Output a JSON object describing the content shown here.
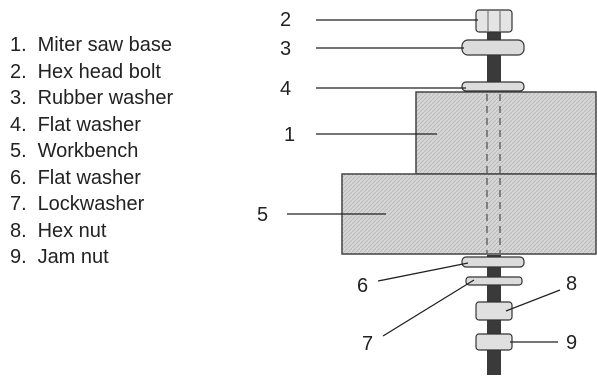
{
  "legend": [
    {
      "num": "1.",
      "label": "Miter saw base"
    },
    {
      "num": "2.",
      "label": "Hex head bolt"
    },
    {
      "num": "3.",
      "label": "Rubber washer"
    },
    {
      "num": "4.",
      "label": "Flat washer"
    },
    {
      "num": "5.",
      "label": "Workbench"
    },
    {
      "num": "6.",
      "label": "Flat washer"
    },
    {
      "num": "7.",
      "label": "Lockwasher"
    },
    {
      "num": "8.",
      "label": "Hex nut"
    },
    {
      "num": "9.",
      "label": "Jam nut"
    }
  ],
  "callouts": {
    "c1": "1",
    "c2": "2",
    "c3": "3",
    "c4": "4",
    "c5": "5",
    "c6": "6",
    "c7": "7",
    "c8": "8",
    "c9": "9"
  },
  "colors": {
    "bolt": "#3a3a3a",
    "part_fill": "#dcdcdc",
    "outline": "#333333"
  }
}
